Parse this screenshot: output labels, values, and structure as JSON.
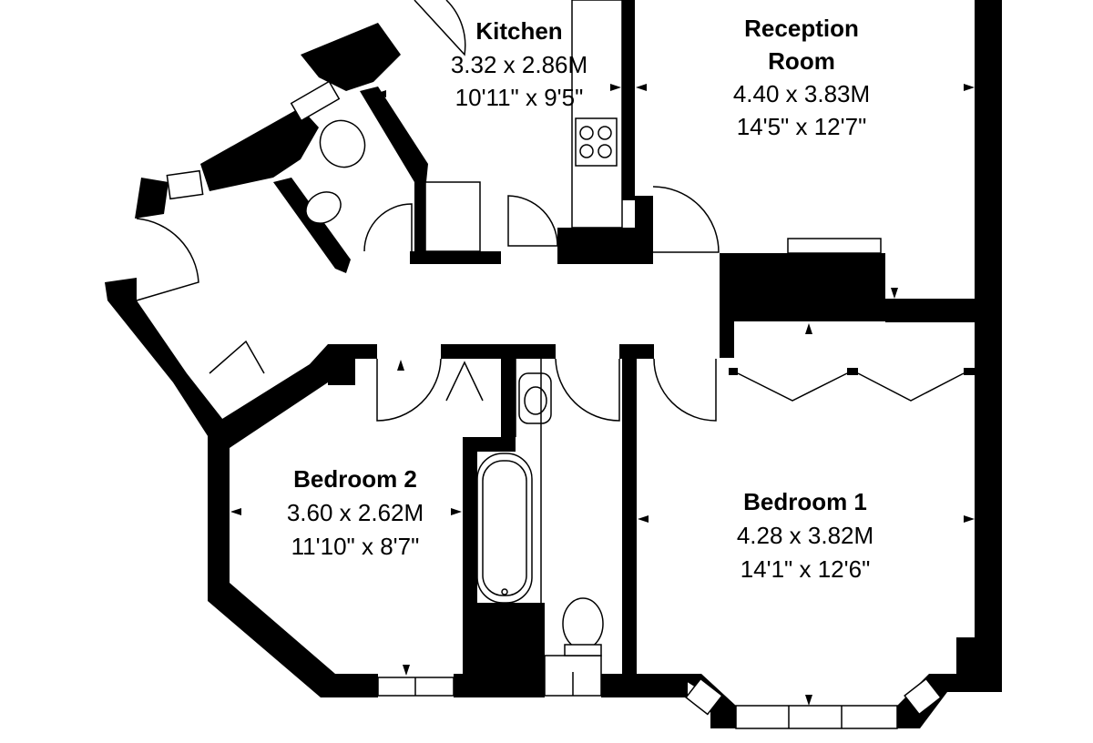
{
  "rooms": {
    "kitchen": {
      "name": "Kitchen",
      "metric": "3.32 x 2.86M",
      "imperial": "10'11\" x 9'5\""
    },
    "reception": {
      "name_line1": "Reception",
      "name_line2": "Room",
      "metric": "4.40 x 3.83M",
      "imperial": "14'5\" x 12'7\""
    },
    "bedroom2": {
      "name": "Bedroom 2",
      "metric": "3.60 x 2.62M",
      "imperial": "11'10\" x 8'7\""
    },
    "bedroom1": {
      "name": "Bedroom 1",
      "metric": "4.28 x 3.82M",
      "imperial": "14'1\" x 12'6\""
    }
  }
}
